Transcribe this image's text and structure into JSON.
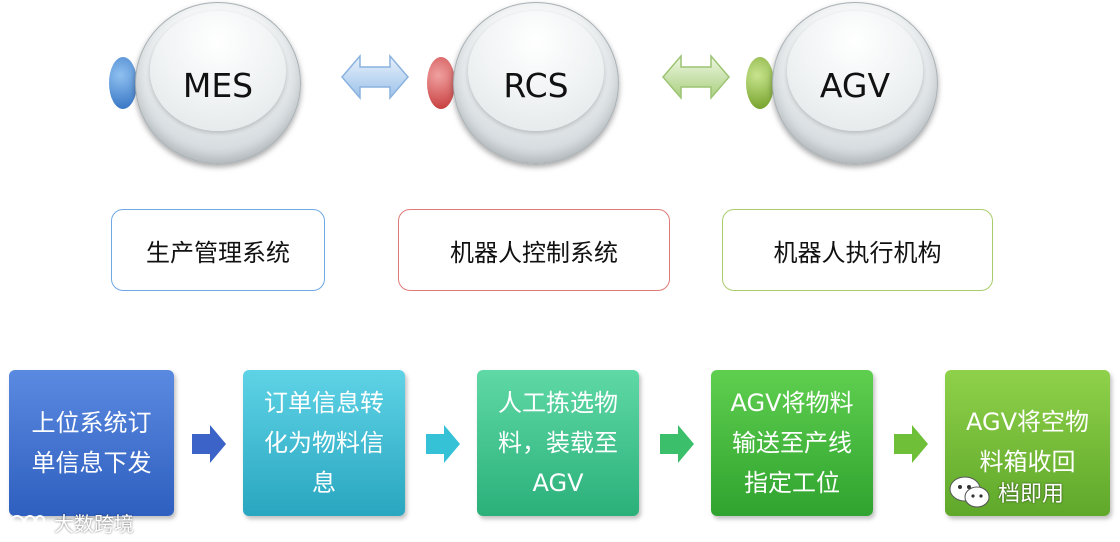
{
  "systems": [
    {
      "label": "MES",
      "accent": "#3b7fd0"
    },
    {
      "label": "RCS",
      "accent": "#d84545"
    },
    {
      "label": "AGV",
      "accent": "#7fae2d"
    }
  ],
  "descriptions": [
    {
      "label": "生产管理系统",
      "border": "#6fa8e4"
    },
    {
      "label": "机器人控制系统",
      "border": "#e07a7a"
    },
    {
      "label": "机器人执行机构",
      "border": "#a9cc6b"
    }
  ],
  "steps": [
    {
      "label": "上位系统订\n单信息下发",
      "top": "#5a8ae0",
      "bottom": "#2f5fbf"
    },
    {
      "label": "订单信息转\n化为物料信\n息",
      "top": "#5fd3e6",
      "bottom": "#29a6c0"
    },
    {
      "label": "人工拣选物\n料，装载至\nAGV",
      "top": "#5fd9a6",
      "bottom": "#2bb07a"
    },
    {
      "label": "AGV将物料\n输送至产线\n指定工位",
      "top": "#5fcf4f",
      "bottom": "#2fa32f"
    },
    {
      "label": "AGV将空物\n料箱收回",
      "top": "#8fd14a",
      "bottom": "#5fa82a"
    }
  ],
  "watermarks": {
    "left": "大数跨境",
    "right": "档即用"
  },
  "icons": {
    "double_arrow": "double-arrow-icon",
    "right_arrow": "right-arrow-icon",
    "wechat": "wechat-icon"
  }
}
